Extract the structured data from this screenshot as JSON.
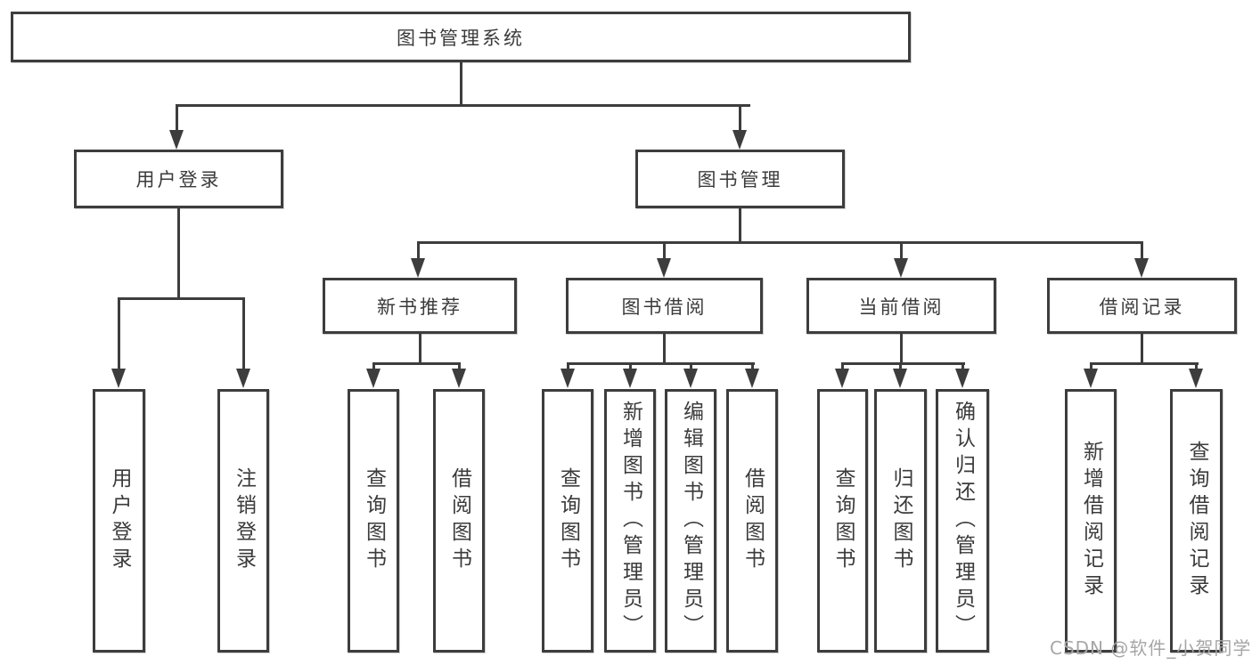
{
  "title": {
    "label": "图书管理系统"
  },
  "branches": {
    "user_login": {
      "label": "用户登录",
      "children": [
        {
          "label": "用户登录"
        },
        {
          "label": "注销登录"
        }
      ]
    },
    "book_management": {
      "label": "图书管理",
      "children": [
        {
          "label": "新书推荐",
          "children": [
            {
              "label": "查询图书"
            },
            {
              "label": "借阅图书"
            }
          ]
        },
        {
          "label": "图书借阅",
          "children": [
            {
              "label": "查询图书"
            },
            {
              "label": "新增图书（管理员）"
            },
            {
              "label": "编辑图书（管理员）"
            },
            {
              "label": "借阅图书"
            }
          ]
        },
        {
          "label": "当前借阅",
          "children": [
            {
              "label": "查询图书"
            },
            {
              "label": "归还图书"
            },
            {
              "label": "确认归还（管理员）"
            }
          ]
        },
        {
          "label": "借阅记录",
          "children": [
            {
              "label": "新增借阅记录"
            },
            {
              "label": "查询借阅记录"
            }
          ]
        }
      ]
    }
  },
  "watermark": {
    "text": "CSDN @软件_小贺同学"
  },
  "colors": {
    "line": "#3d3d3d",
    "text": "#3b3b3b",
    "watermark": "#a6a6a6",
    "background": "#ffffff"
  }
}
